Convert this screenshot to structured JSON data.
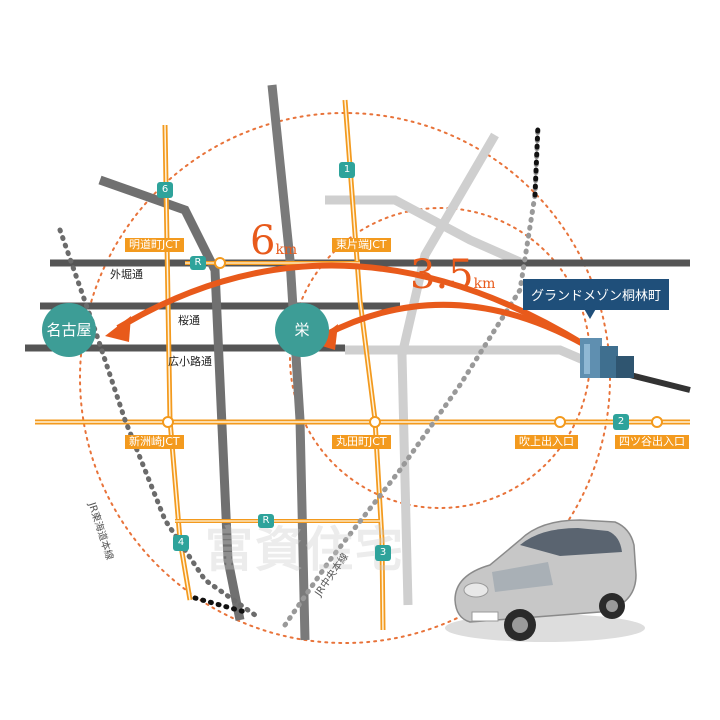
{
  "distances": [
    {
      "value": "6",
      "unit": "km"
    },
    {
      "value": "3.5",
      "unit": "km"
    }
  ],
  "stations": [
    "名古屋",
    "栄"
  ],
  "property_label": "グランドメゾン桐林町",
  "junctions": [
    "明道町JCT",
    "東片端JCT",
    "新洲崎JCT",
    "丸田町JCT",
    "吹上出入口",
    "四ツ谷出入口"
  ],
  "streets": [
    "外堀通",
    "桜通",
    "広小路通"
  ],
  "rail_lines": [
    "JR東海道本線",
    "JR中央本線"
  ],
  "route_markers": [
    "6",
    "1",
    "2",
    "3",
    "4",
    "R",
    "R"
  ],
  "watermark": "富資住宅",
  "colors": {
    "accent_orange": "#e85a1b",
    "expressway": "#f39a1e",
    "station_teal": "#3d9d96",
    "callout_navy": "#1f4f7a"
  }
}
